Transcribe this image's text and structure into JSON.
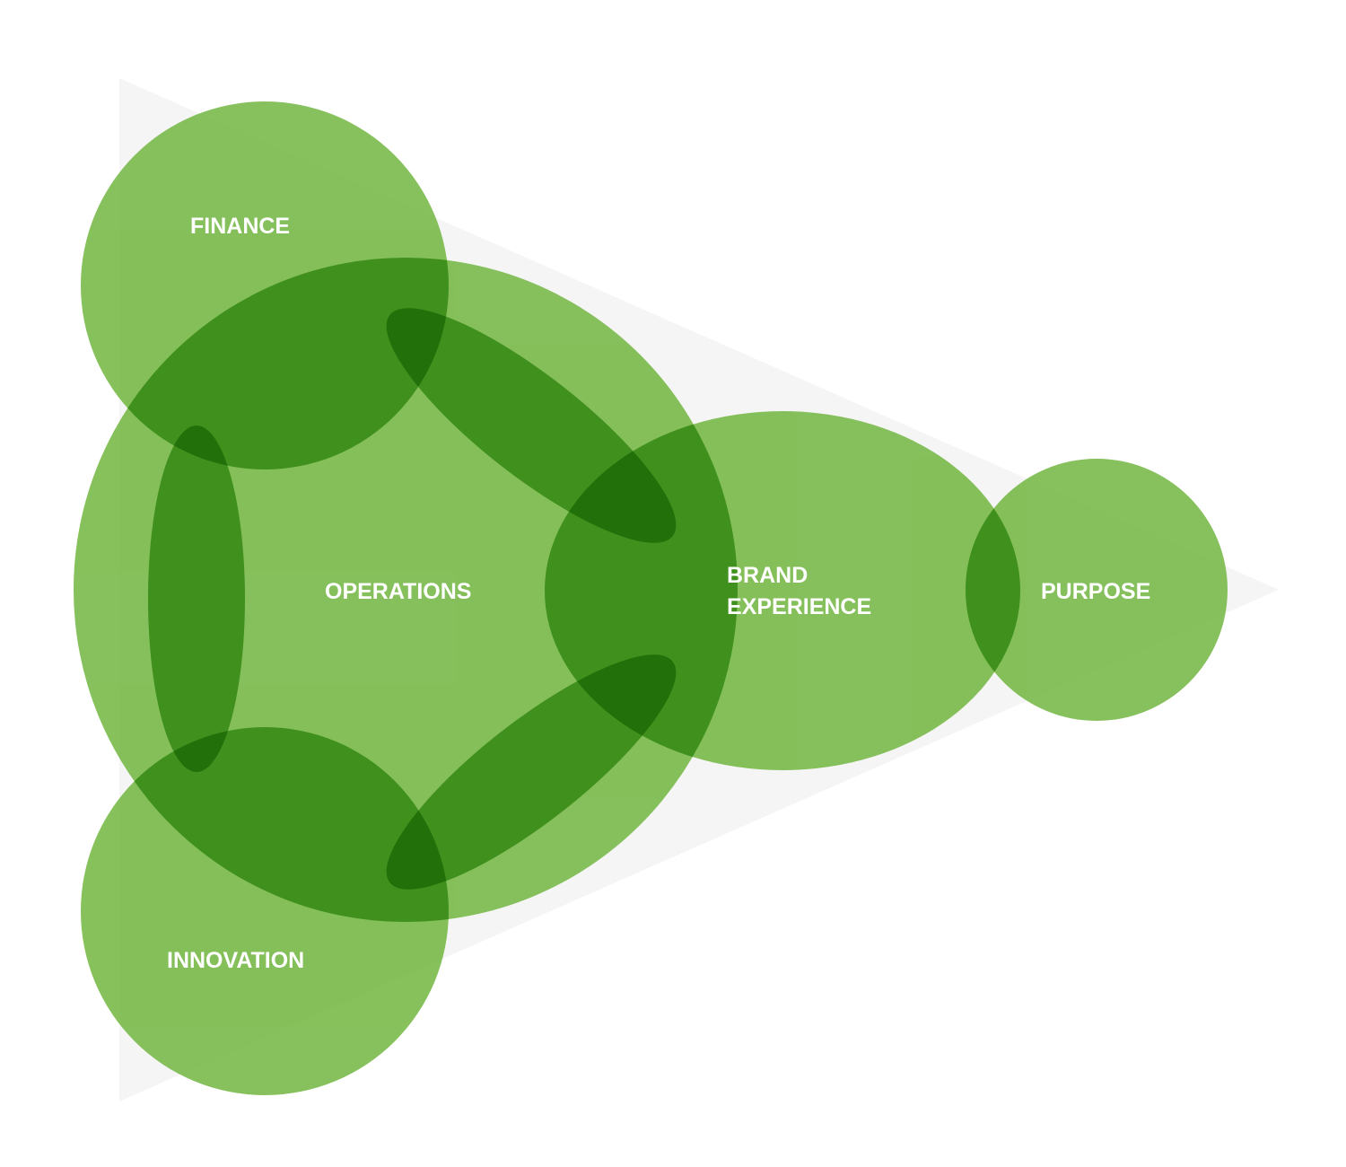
{
  "diagram": {
    "labels": {
      "finance": "FINANCE",
      "operations": "OPERATIONS",
      "innovation": "INNOVATION",
      "brand_line1": "BRAND",
      "brand_line2": "EXPERIENCE",
      "purpose": "PURPOSE"
    },
    "colors": {
      "background": "#ffffff",
      "triangle": "#f5f5f5",
      "shape": "#80c354",
      "overlap": "#40901e",
      "triple_overlap": "#217009"
    }
  }
}
